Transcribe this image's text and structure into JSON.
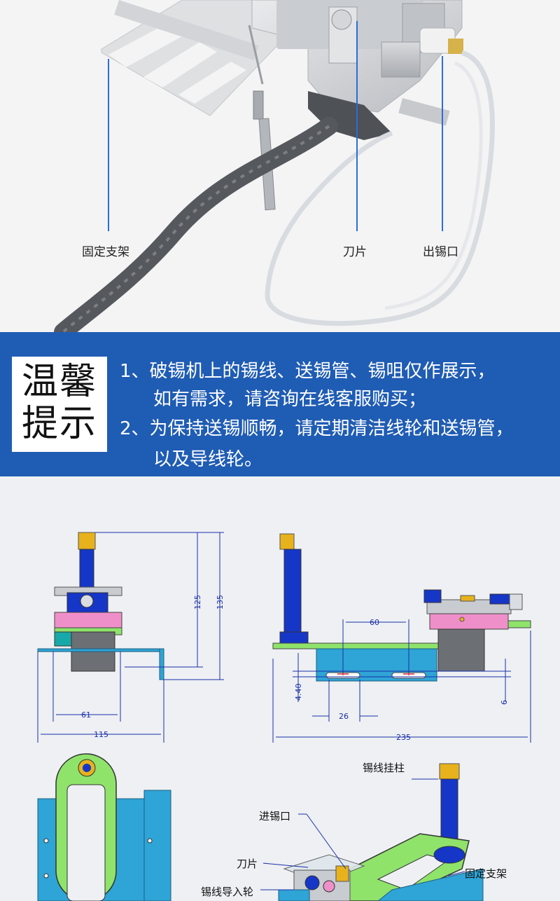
{
  "photo": {
    "labels": {
      "bracket": "固定支架",
      "blade": "刀片",
      "outlet": "出锡口"
    }
  },
  "tips": {
    "title_line1": "温馨",
    "title_line2": "提示",
    "line1": "1、破锡机上的锡线、送锡管、锡咀仅作展示，",
    "line2": "如有需求，请咨询在线客服购买；",
    "line3": "2、为保持送锡顺畅，请定期清洁线轮和送锡管，",
    "line4": "以及导线轮。"
  },
  "drawing": {
    "front_dims": {
      "h125": "125",
      "h135": "135",
      "w61": "61",
      "w115": "115"
    },
    "side_dims": {
      "w60": "60",
      "h440": "4.40",
      "w26": "26",
      "h6": "6",
      "w235": "235"
    },
    "part_labels": {
      "spool_post": "锡线挂柱",
      "feed_inlet": "进锡口",
      "blade": "刀片",
      "guide_wheel": "锡线导入轮",
      "bracket": "固定支架"
    }
  },
  "colors": {
    "banner": "#1f5cb4",
    "dimension": "#1a2fa8"
  }
}
